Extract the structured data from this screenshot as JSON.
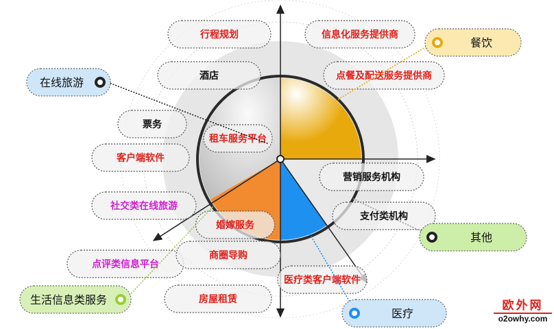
{
  "colors": {
    "gold": "#e8a90c",
    "blue": "#1e90f0",
    "orange": "#f28a30",
    "red": "#e0201a",
    "magenta": "#d01fd0",
    "black": "#111111"
  },
  "categories": [
    {
      "id": "online-travel",
      "label": "在线旅游",
      "fill": "#cfe6f8",
      "ring": "#222"
    },
    {
      "id": "catering",
      "label": "餐饮",
      "fill": "#fbe9b0",
      "ring": "#e8a90c"
    },
    {
      "id": "other",
      "label": "其他",
      "fill": "#cdeea8",
      "ring": "#222"
    },
    {
      "id": "life-info",
      "label": "生活信息类服务",
      "fill": "#d8f0b8",
      "ring": "#9acd32"
    },
    {
      "id": "medical",
      "label": "医疗",
      "fill": "#cfe6f8",
      "ring": "#1e90f0"
    }
  ],
  "items": [
    {
      "label": "行程规划",
      "color": "red"
    },
    {
      "label": "信息化服务提供商",
      "color": "red"
    },
    {
      "label": "酒店",
      "color": "black"
    },
    {
      "label": "点餐及配送服务提供商",
      "color": "red"
    },
    {
      "label": "票务",
      "color": "black"
    },
    {
      "label": "租车服务平台",
      "color": "red"
    },
    {
      "label": "客户端软件",
      "color": "red"
    },
    {
      "label": "营销服务机构",
      "color": "black"
    },
    {
      "label": "社交类在线旅游",
      "color": "magenta"
    },
    {
      "label": "支付类机构",
      "color": "black"
    },
    {
      "label": "婚嫁服务",
      "color": "red"
    },
    {
      "label": "点评类信息平台",
      "color": "magenta"
    },
    {
      "label": "商圈导购",
      "color": "red"
    },
    {
      "label": "医疗类客户端软件",
      "color": "red"
    },
    {
      "label": "房屋租赁",
      "color": "red"
    }
  ],
  "logo": {
    "cn": "欧外网",
    "en": "o2owhy.com"
  }
}
